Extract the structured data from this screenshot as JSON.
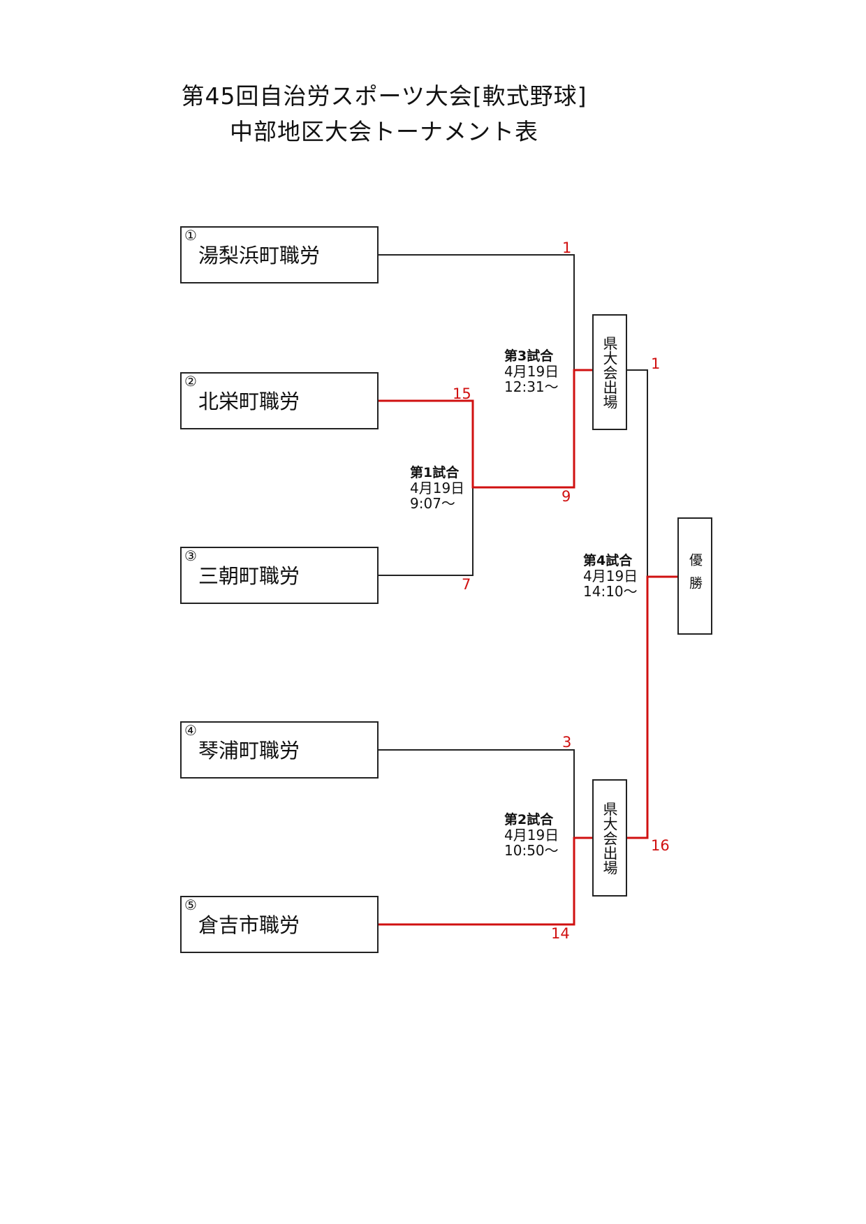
{
  "title": {
    "line1": "第45回自治労スポーツ大会[軟式野球]",
    "line2": "中部地区大会トーナメント表"
  },
  "teams": [
    {
      "seed": "①",
      "name": "湯梨浜町職労"
    },
    {
      "seed": "②",
      "name": "北栄町職労"
    },
    {
      "seed": "③",
      "name": "三朝町職労"
    },
    {
      "seed": "④",
      "name": "琴浦町職労"
    },
    {
      "seed": "⑤",
      "name": "倉吉市職労"
    }
  ],
  "matches": [
    {
      "title": "第1試合",
      "date": "4月19日",
      "time": "9:07～"
    },
    {
      "title": "第2試合",
      "date": "4月19日",
      "time": "10:50～"
    },
    {
      "title": "第3試合",
      "date": "4月19日",
      "time": "12:31～"
    },
    {
      "title": "第4試合",
      "date": "4月19日",
      "time": "14:10～"
    }
  ],
  "scores": {
    "m1_hokuei": "15",
    "m1_misasa": "7",
    "m2_kotoura": "3",
    "m2_kurayoshi": "14",
    "m3_yurihama": "1",
    "m3_winner": "9",
    "m4_top": "1",
    "m4_bottom": "16"
  },
  "boxes": {
    "prefecture": "県大会出場",
    "champion": "優勝"
  },
  "colors": {
    "winner_line": "#d01010",
    "line": "#222222"
  }
}
